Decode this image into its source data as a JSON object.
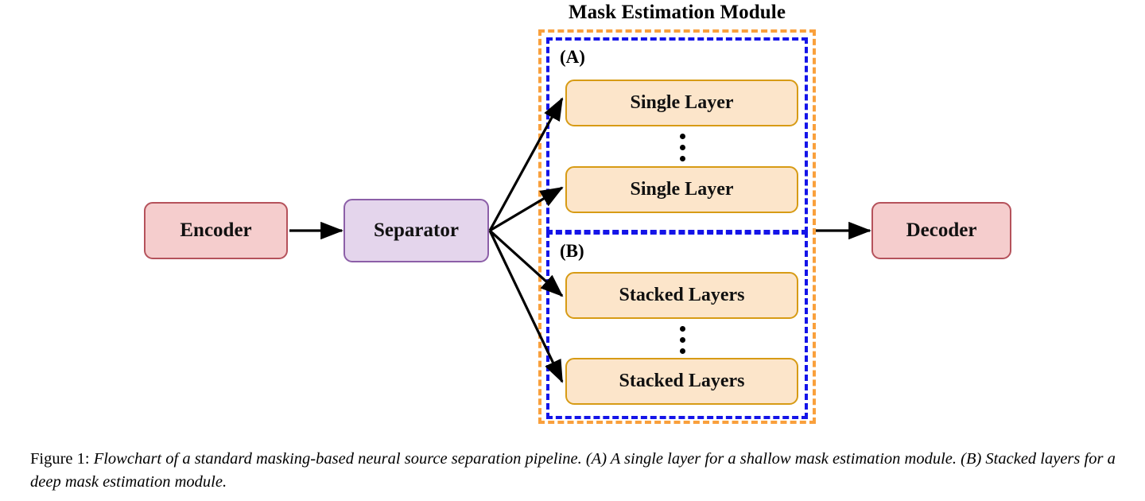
{
  "figure": {
    "module_title": "Mask Estimation Module",
    "caption_label": "Figure 1:",
    "caption_body": "Flowchart of a standard masking-based neural source separation pipeline. (A) A single layer for a shallow mask estimation module. (B) Stacked layers for a deep mask estimation module."
  },
  "pipeline": {
    "encoder_label": "Encoder",
    "separator_label": "Separator",
    "decoder_label": "Decoder"
  },
  "groups": {
    "a": {
      "label": "(A)",
      "layers": [
        {
          "label": "Single Layer"
        },
        {
          "label": "Single Layer"
        }
      ]
    },
    "b": {
      "label": "(B)",
      "layers": [
        {
          "label": "Stacked Layers"
        },
        {
          "label": "Stacked Layers"
        }
      ]
    }
  },
  "colors": {
    "endpoint_fill": "#F5CDCD",
    "endpoint_border": "#B5525B",
    "separator_fill": "#E4D5EC",
    "separator_border": "#8C5FA8",
    "layer_fill": "#FCE5CA",
    "layer_border": "#D79B15",
    "outer_dashed": "#F9A03C",
    "inner_dashed": "#1414E8",
    "arrow": "#000000"
  }
}
